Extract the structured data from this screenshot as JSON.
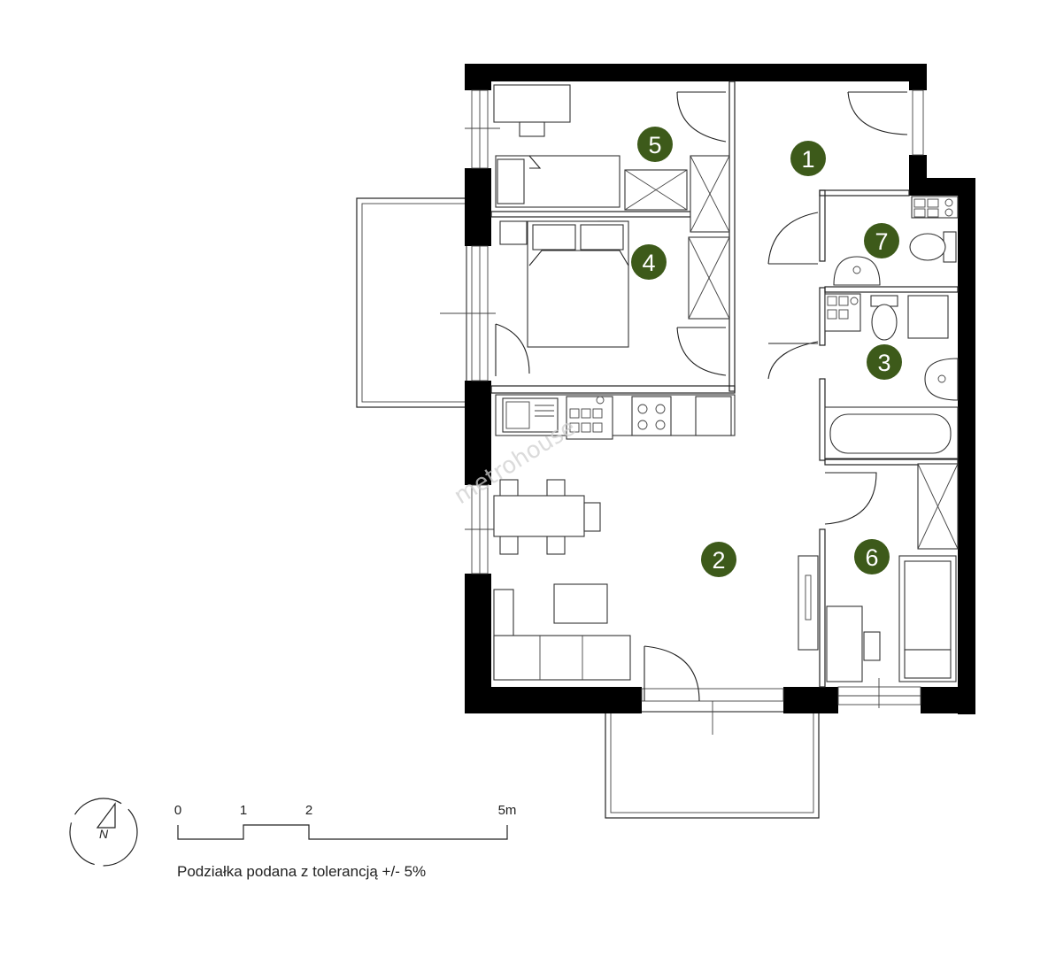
{
  "rooms": [
    {
      "number": "1"
    },
    {
      "number": "2"
    },
    {
      "number": "3"
    },
    {
      "number": "4"
    },
    {
      "number": "5"
    },
    {
      "number": "6"
    },
    {
      "number": "7"
    }
  ],
  "scale_bar": {
    "ticks": [
      "0",
      "1",
      "2",
      "5m"
    ],
    "note": "Podziałka podana z tolerancją +/- 5%"
  },
  "compass": {
    "label": "N"
  },
  "watermark": "metrohouse",
  "colors": {
    "room_badge": "#3d5a1a",
    "wall": "#000000"
  }
}
